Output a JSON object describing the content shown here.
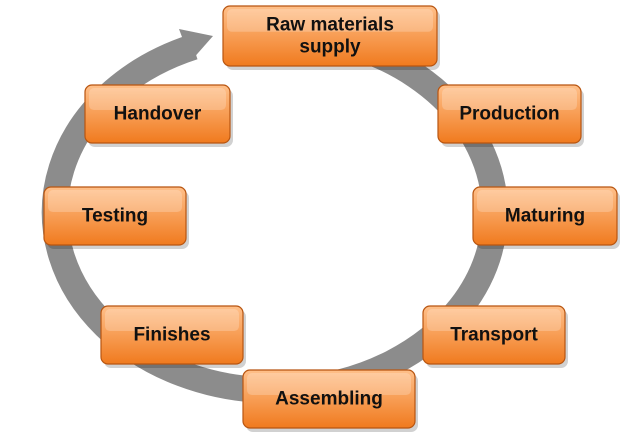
{
  "diagram": {
    "type": "cycle",
    "direction": "clockwise",
    "stages": [
      {
        "id": "raw-materials-supply",
        "lines": [
          "Raw materials",
          "supply"
        ]
      },
      {
        "id": "production",
        "lines": [
          "Production"
        ]
      },
      {
        "id": "maturing",
        "lines": [
          "Maturing"
        ]
      },
      {
        "id": "transport",
        "lines": [
          "Transport"
        ]
      },
      {
        "id": "assembling",
        "lines": [
          "Assembling"
        ]
      },
      {
        "id": "finishes",
        "lines": [
          "Finishes"
        ]
      },
      {
        "id": "testing",
        "lines": [
          "Testing"
        ]
      },
      {
        "id": "handover",
        "lines": [
          "Handover"
        ]
      }
    ],
    "colors": {
      "box_top": "#ffc08a",
      "box_bottom": "#f07a1e",
      "box_border": "#b85510",
      "ring": "#8c8c8c",
      "label": "#111111"
    }
  }
}
